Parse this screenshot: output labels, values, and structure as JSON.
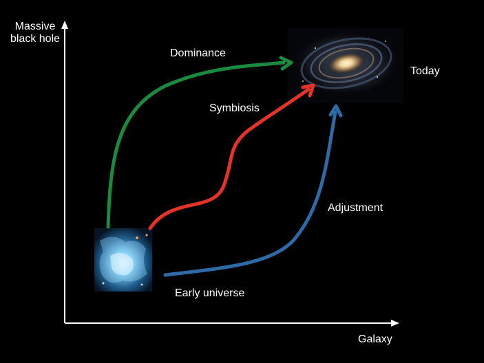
{
  "axes": {
    "y_label": "Massive black hole",
    "x_label": "Galaxy"
  },
  "paths": [
    {
      "label": "Dominance",
      "color": "#1a8a3e"
    },
    {
      "label": "Symbiosis",
      "color": "#e5332a"
    },
    {
      "label": "Adjustment",
      "color": "#2e6aa6"
    }
  ],
  "nodes": {
    "start": {
      "label": "Early universe",
      "image": "irregular-blue-galaxy-image"
    },
    "end": {
      "label": "Today",
      "image": "spiral-galaxy-image"
    }
  },
  "colors": {
    "background": "#000000",
    "text": "#ffffff",
    "axis": "#ffffff"
  }
}
